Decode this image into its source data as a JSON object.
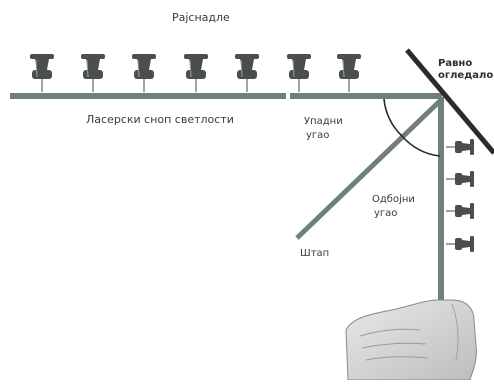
{
  "labels": {
    "pins_title": "Рајснадле",
    "laser_beam": "Ласерски сноп светлости",
    "incident_angle_line1": "Упадни",
    "incident_angle_line2": "угао",
    "reflection_angle_line1": "Одбојни",
    "reflection_angle_line2": "угао",
    "mirror_line1": "Равно",
    "mirror_line2": "огледало",
    "stick": "Штап"
  },
  "colors": {
    "beam": "#6f7f79",
    "mirror": "#2b2b2b",
    "pin": "#4a4f4d",
    "pin_highlight": "#9aa3a0",
    "text": "#3a3a3a"
  },
  "counts": {
    "top_pins": 7,
    "right_pins": 4
  }
}
